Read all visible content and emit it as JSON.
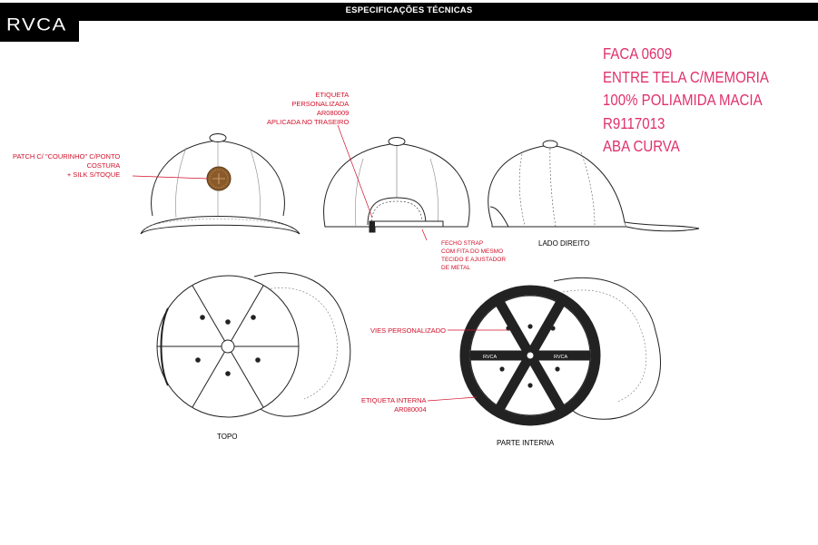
{
  "header": {
    "title": "ESPECIFICAÇÕES TÉCNICAS",
    "brand": "RVCA"
  },
  "specs": [
    "FACA 0609",
    "ENTRE TELA C/MEMORIA",
    "100% POLIAMIDA MACIA",
    "R9117013",
    "ABA CURVA"
  ],
  "annotations": {
    "patch": [
      "PATCH C/ \"COURINHO\" C/PONTO",
      "COSTURA",
      "+ SILK S/TOQUE"
    ],
    "etiqueta": [
      "ETIQUETA",
      "PERSONALIZADA",
      "AR080009",
      "APLICADA NO TRASEIRO"
    ],
    "fecho": [
      "FECHO STRAP",
      "COM FITA DO MESMO",
      "TECIDO E AJUSTADOR",
      "DE METAL"
    ],
    "vies": "VIES PERSONALIZADO",
    "etiqueta_interna": [
      "ETIQUETA INTERNA",
      "AR080004"
    ]
  },
  "views": {
    "lado_direito": "LADO DIREITO",
    "topo": "TOPO",
    "parte_interna": "PARTE INTERNA"
  },
  "tape_text": "RVCA",
  "colors": {
    "accent": "#e0326b",
    "note": "#d0102a",
    "patch": "#8a5a2b"
  }
}
